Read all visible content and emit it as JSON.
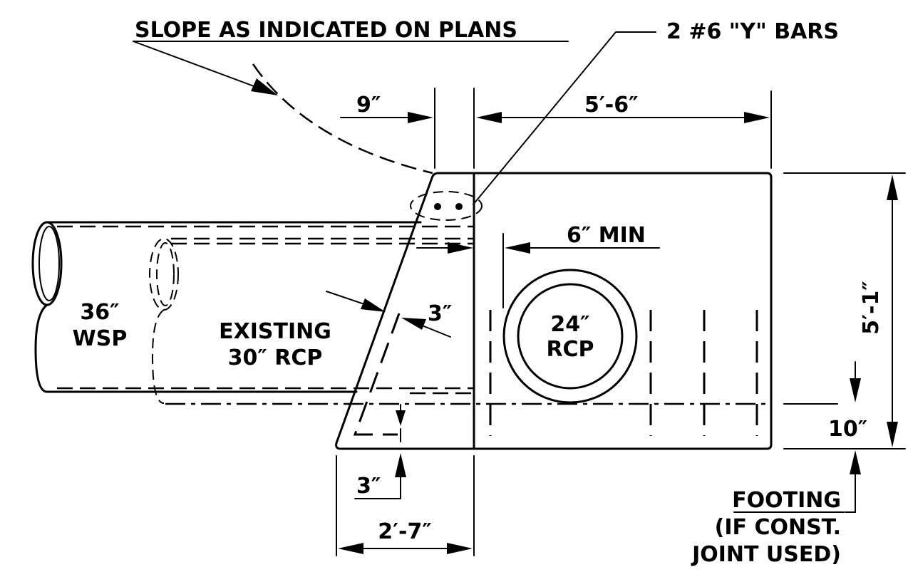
{
  "labels": {
    "slope_note": "SLOPE AS INDICATED ON PLANS",
    "bars_note": "2 #6 \"Y\" BARS",
    "dim_9in": "9″",
    "dim_5ft6in": "5′-6″",
    "dim_6in_min": "6″ MIN",
    "dim_3in_bar": "3″",
    "pipe_36_line1": "36″",
    "pipe_36_line2": "WSP",
    "existing_line1": "EXISTING",
    "existing_line2": "30″ RCP",
    "rcp_24_line1": "24″",
    "rcp_24_line2": "RCP",
    "dim_5ft1in": "5′-1″",
    "dim_10in": "10″",
    "dim_3in_bottom": "3″",
    "dim_2ft7in": "2′-7″",
    "footing_line1": "FOOTING",
    "footing_line2": "(IF CONST.",
    "footing_line3": "JOINT USED)"
  }
}
